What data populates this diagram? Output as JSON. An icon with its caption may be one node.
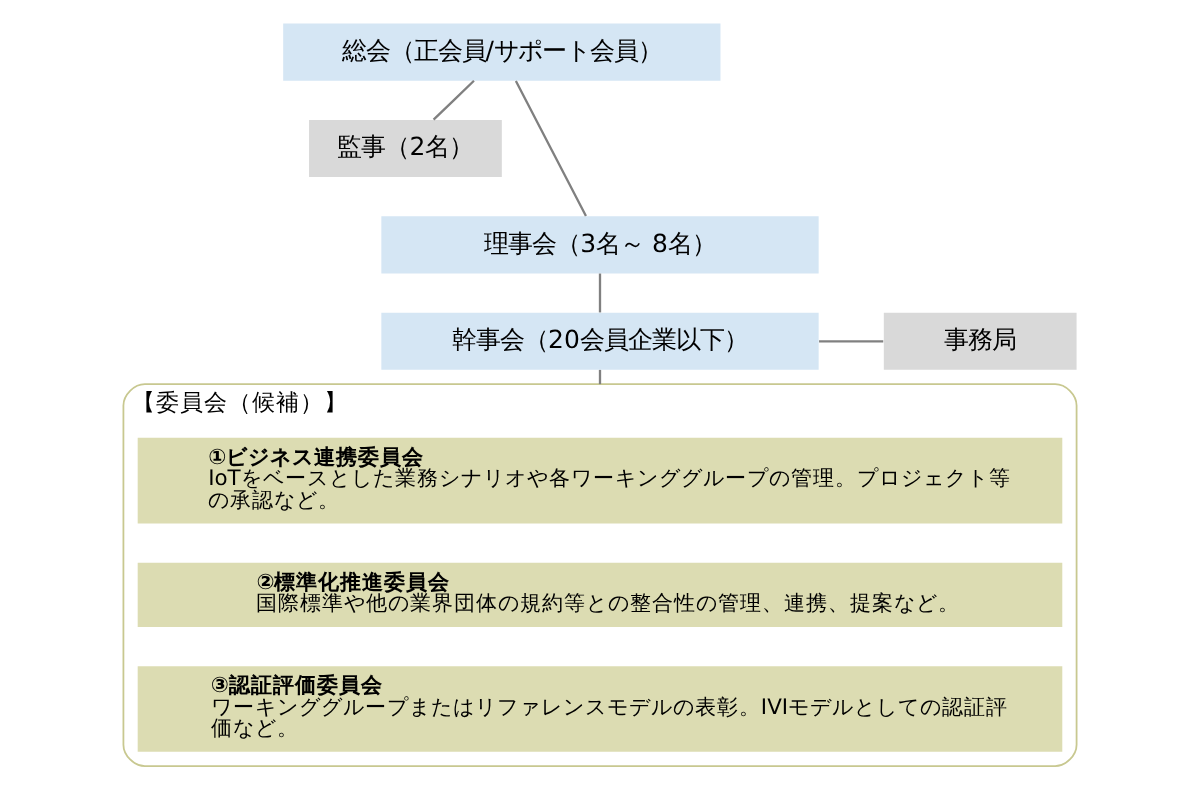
{
  "diagram": {
    "nodes": [
      {
        "text": [
          "総会（正会員/サポート会員）"
        ]
      },
      {
        "text": [
          "監事（2名）"
        ]
      },
      {
        "text": [
          "理事会（3名～ 8名）"
        ]
      },
      {
        "text": [
          "幹事会（20会員企業以下）"
        ]
      },
      {
        "text": [
          "事務局"
        ]
      },
      {
        "text": [
          "【委員会（候補）】"
        ]
      },
      {
        "text": [
          "①ビジネス連携委員会",
          "IoTをベースとした業務シナリオや各ワーキンググループの管理。プロジェクト等の承認など。"
        ],
        "in": 5
      },
      {
        "text": [
          "②標準化推進委員会",
          "国際標準や他の業界団体の規約等との整合性の管理、連携、提案など。"
        ],
        "in": 5
      },
      {
        "text": [
          "③認証評価委員会",
          "ワーキンググループまたはリファレンスモデルの表彰。IVIモデルとしての認証評価など。"
        ],
        "in": 5
      }
    ],
    "edges": [
      {
        "from": 0,
        "to": 1,
        "arrow": "none"
      },
      {
        "from": 0,
        "to": 2,
        "arrow": "none"
      },
      {
        "from": 2,
        "to": 3,
        "arrow": "none"
      },
      {
        "from": 3,
        "to": 4,
        "arrow": "none"
      },
      {
        "from": 3,
        "to": 5,
        "arrow": "none"
      }
    ]
  }
}
